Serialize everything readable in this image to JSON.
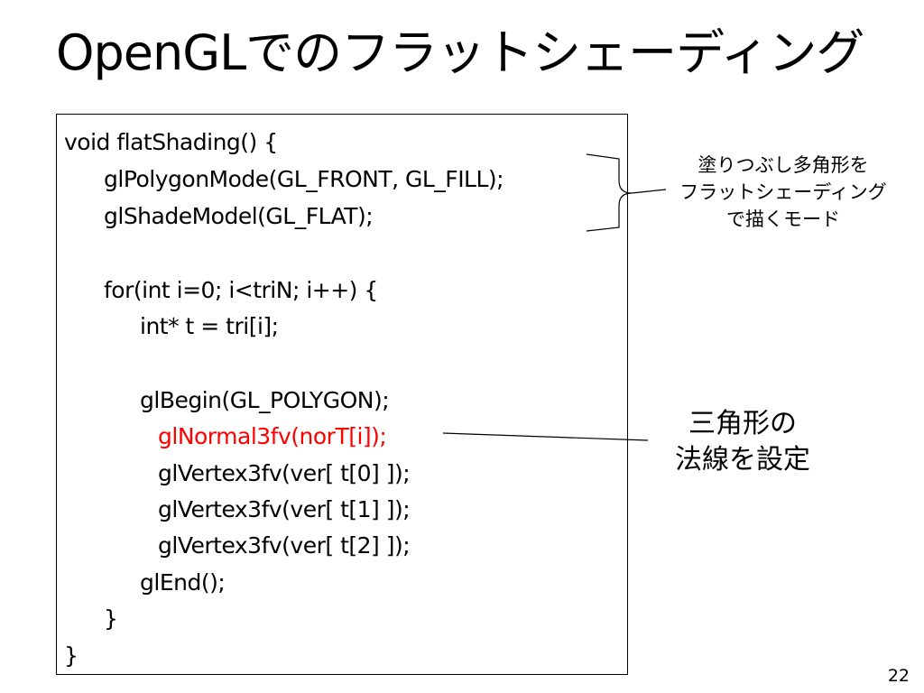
{
  "title": "OpenGLでのフラットシェーディング",
  "code_lines": [
    "void flatShading() {",
    "glPolygonMode(GL_FRONT, GL_FILL);",
    "glShadeModel(GL_FLAT);",
    "for(int i=0; i<triN; i++) {",
    "int* t = tri[i];",
    "glBegin(GL_POLYGON);",
    "glNormal3fv(norT[i]);",
    "glVertex3fv(ver[ t[0] ]);",
    "glVertex3fv(ver[ t[1] ]);",
    "glVertex3fv(ver[ t[2] ]);",
    "glEnd();",
    "}",
    "}"
  ],
  "annotations": {
    "shading_mode": [
      "塗りつぶし多角形を",
      "フラットシェーディング",
      "で描くモード"
    ],
    "normal": [
      "三角形の",
      "法線を設定"
    ]
  },
  "colors": {
    "highlight": "#ff0000",
    "text": "#000000",
    "background": "#ffffff"
  },
  "page_number": "22"
}
